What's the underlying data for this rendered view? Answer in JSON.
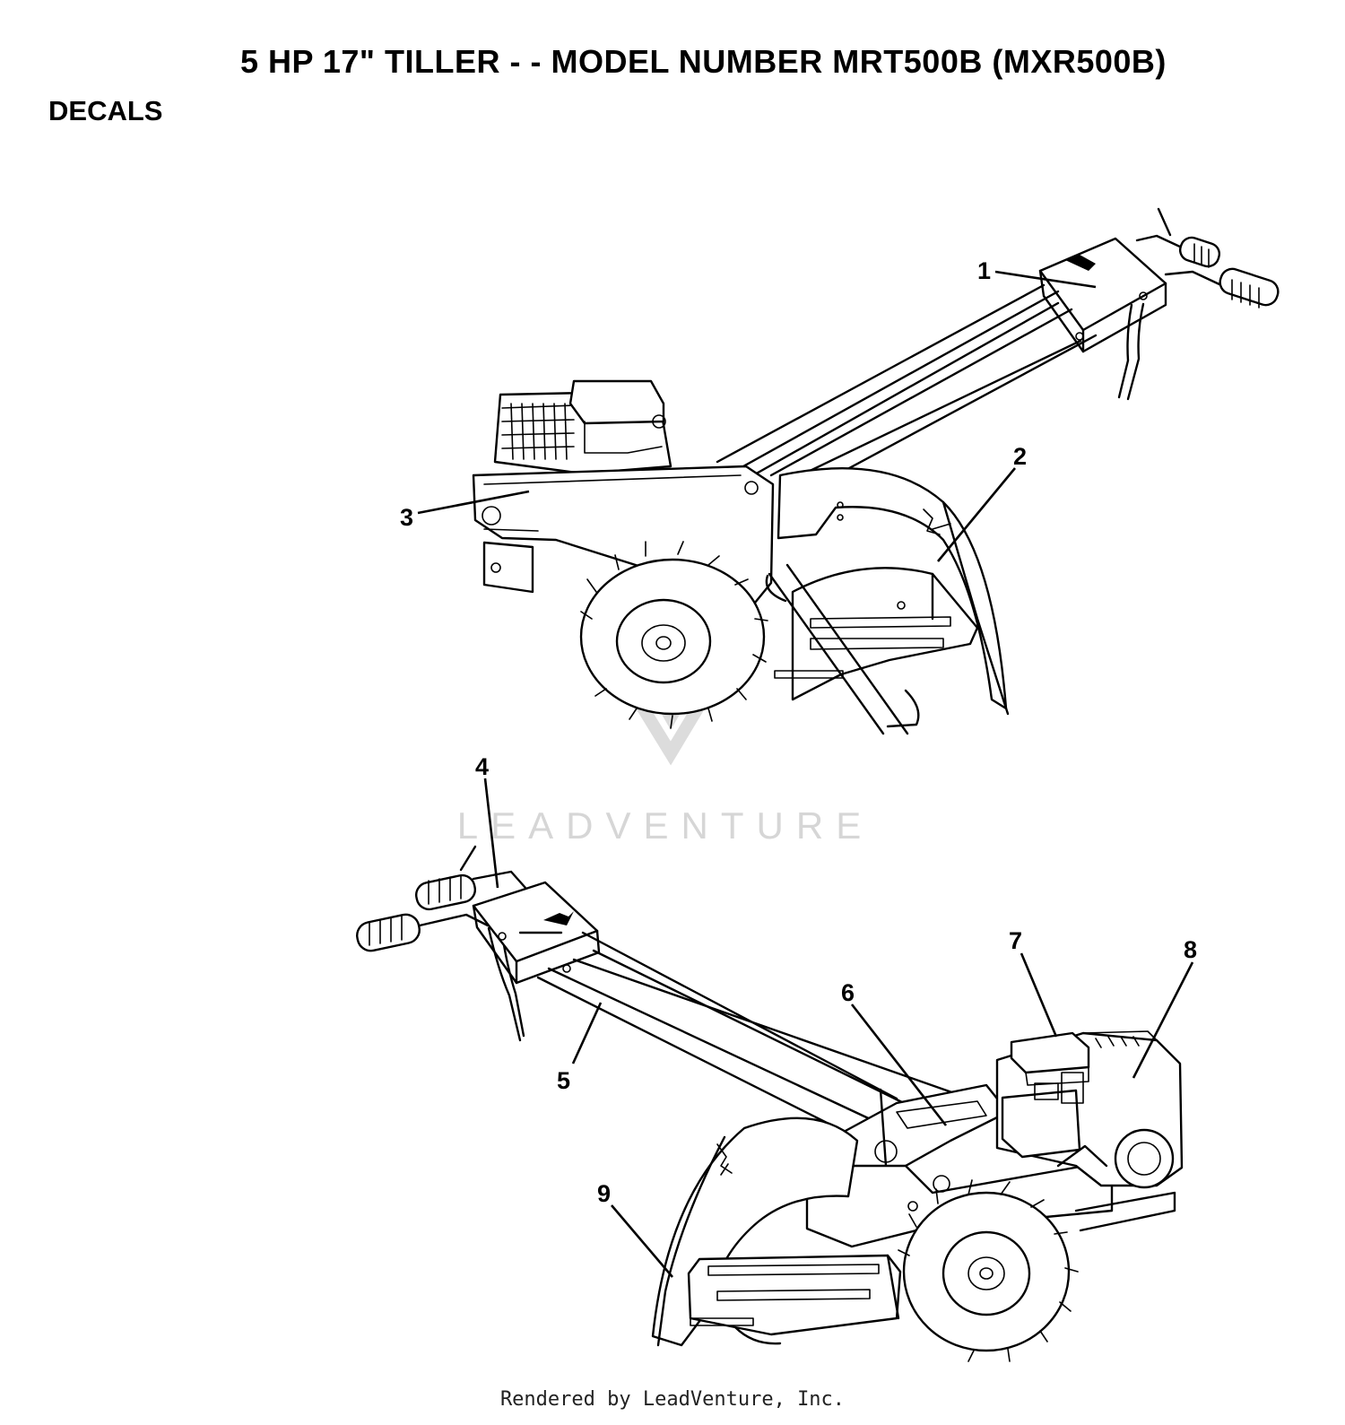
{
  "header": {
    "title": "5 HP 17\" TILLER - - MODEL NUMBER MRT500B (MXR500B)",
    "section": "DECALS"
  },
  "watermark": {
    "text": "LEADVENTURE"
  },
  "callouts": [
    "1",
    "2",
    "3",
    "4",
    "5",
    "6",
    "7",
    "8",
    "9"
  ],
  "footer": {
    "text": "Rendered by LeadVenture, Inc."
  }
}
